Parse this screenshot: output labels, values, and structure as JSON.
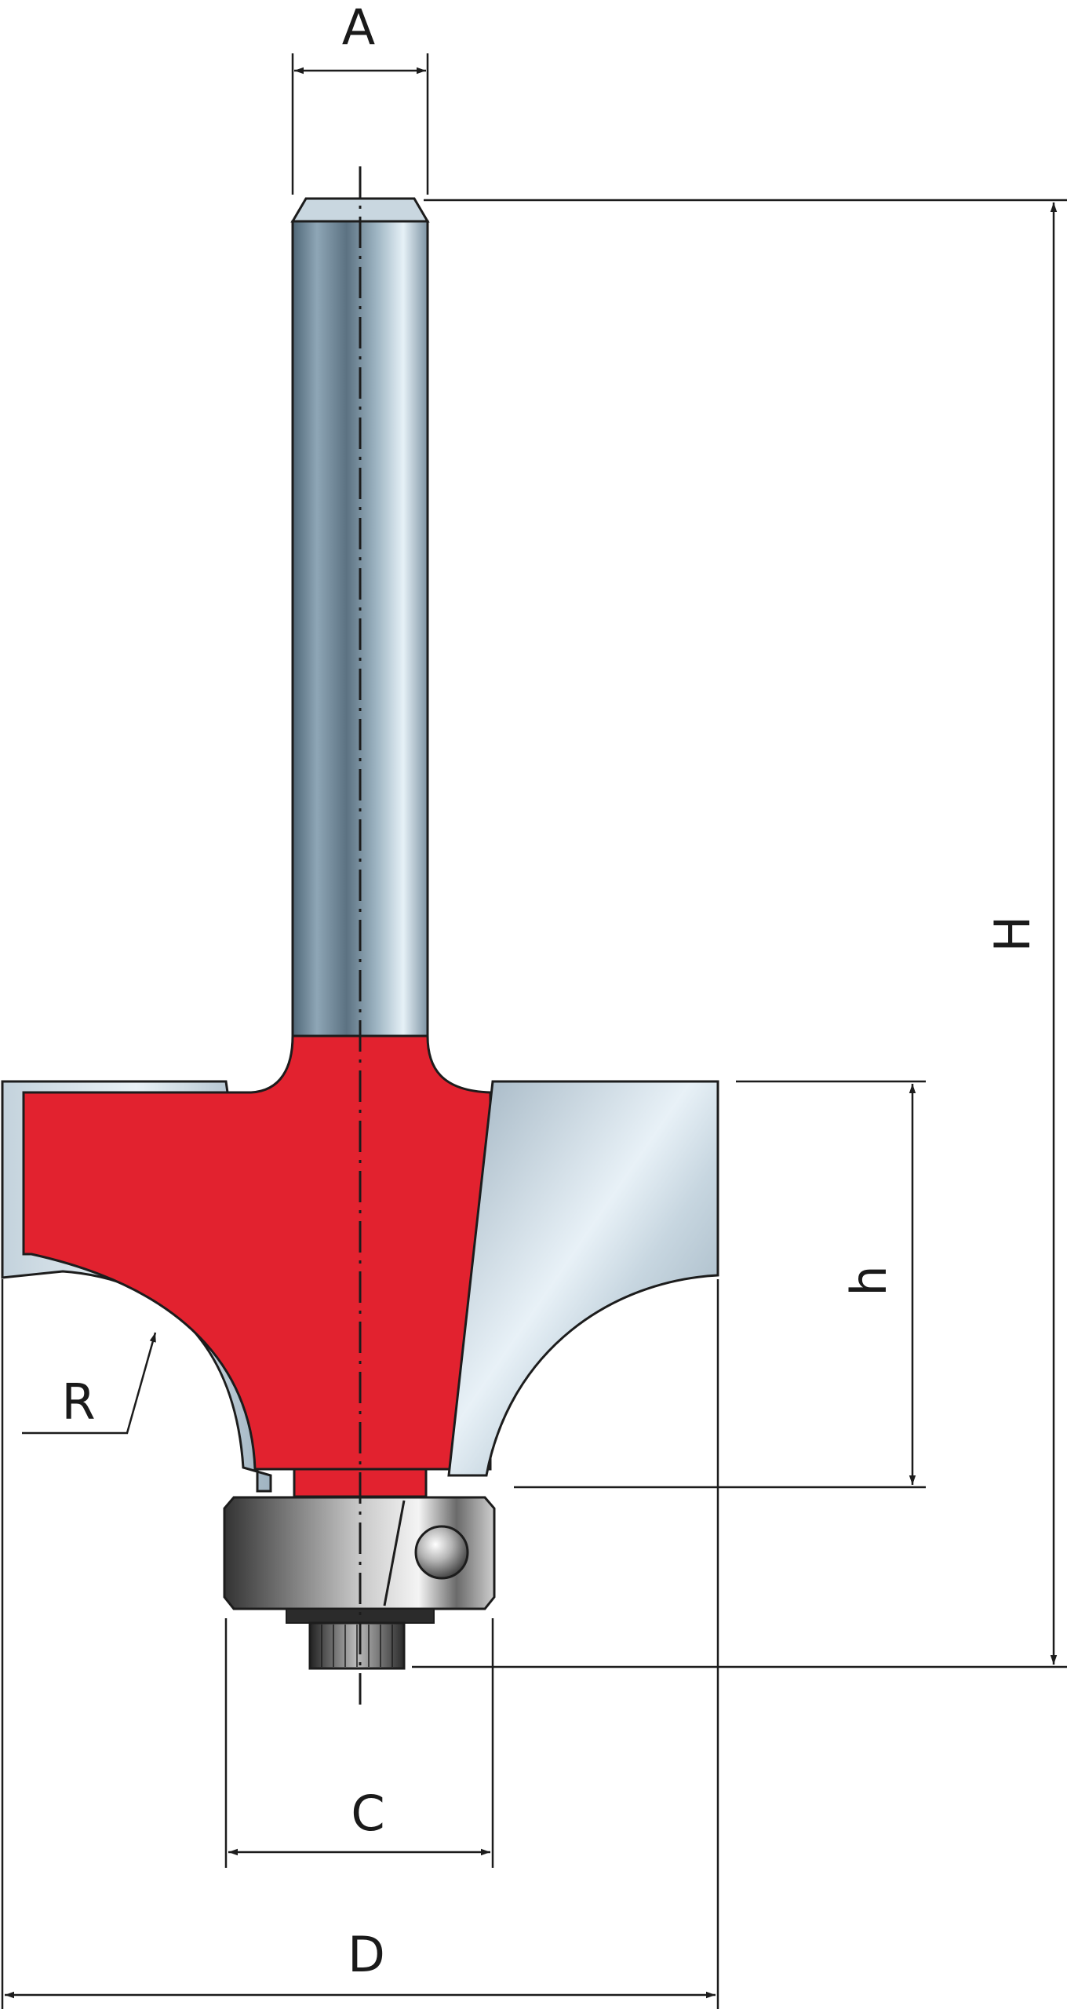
{
  "diagram": {
    "labels": {
      "shank_diameter": "A",
      "overall_height": "H",
      "cutting_height": "h",
      "radius": "R",
      "bearing_diameter": "C",
      "cutting_diameter": "D"
    },
    "colors": {
      "body_red": "#e2222f",
      "outline": "#1c1c1c",
      "dimension_line": "#1c1c1c",
      "steel_light": "#dce8f0",
      "steel_dark": "#6f8797"
    }
  }
}
